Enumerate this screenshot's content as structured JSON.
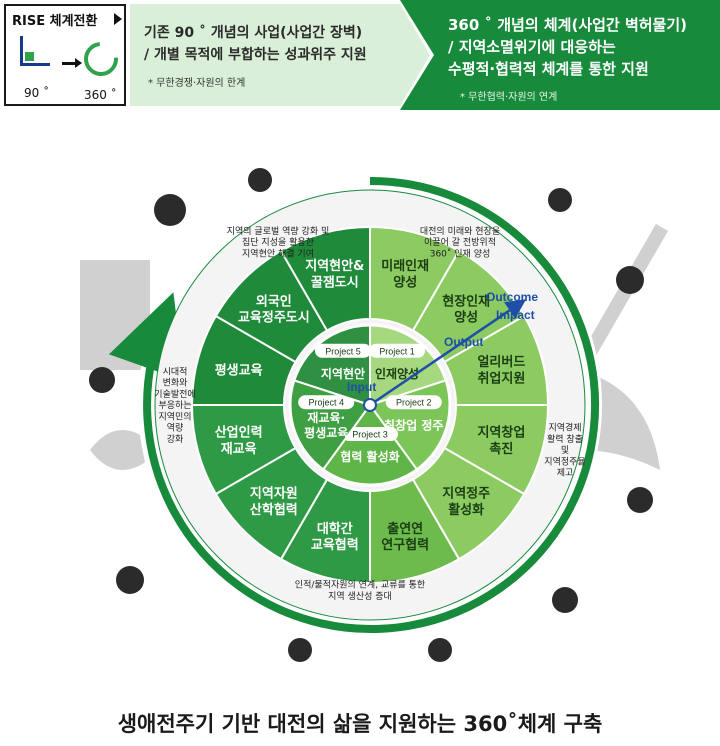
{
  "banner": {
    "rise_title": "RISE 체계전환",
    "deg_90": "90 ˚",
    "deg_360": "360 ˚",
    "old_line1": "기존 90 ˚ 개념의 사업(사업간 장벽)",
    "old_line2": "/ 개별 목적에 부합하는 성과위주 지원",
    "old_note": "* 무한경쟁·자원의 한계",
    "new_line1": "360 ˚ 개념의 체계(사업간 벽허물기)",
    "new_line2": "/ 지역소멸위기에 대응하는",
    "new_line3": "수평적·협력적 체계를 통한 지원",
    "new_note": "* 무한협력·자원의 연계"
  },
  "outer_notes": {
    "top_left": [
      "지역의 글로벌 역량 강화 및",
      "집단 지성을 활용한",
      "지역현안 해결 기여"
    ],
    "top_right": [
      "대전의 미래와 현장을",
      "이끌어 갈 전방위적",
      "360˚ 인재 양성"
    ],
    "left": [
      "시대적",
      "변화와",
      "기술발전에",
      "부응하는",
      "지역민의",
      "역량",
      "강화"
    ],
    "right": [
      "지역경제",
      "활력 창출",
      "및",
      "지역정주율",
      "제고"
    ],
    "bottom": [
      "인적/물적자원의 연계, 교류를 통한",
      "지역 생산성 증대"
    ]
  },
  "segments": [
    [
      "미래인재",
      "양성"
    ],
    [
      "현장인재",
      "양성"
    ],
    [
      "얼리버드",
      "취업지원"
    ],
    [
      "지역창업",
      "촉진"
    ],
    [
      "지역정주",
      "활성화"
    ],
    [
      "출연연",
      "연구협력"
    ],
    [
      "대학간",
      "교육협력"
    ],
    [
      "지역자원",
      "산학협력"
    ],
    [
      "산업인력",
      "재교육"
    ],
    [
      "평생교육"
    ],
    [
      "외국인",
      "교육정주도시"
    ],
    [
      "지역현안&",
      "꿀잼도시"
    ]
  ],
  "projects": [
    {
      "tag": "Project 1",
      "label": "인재양성"
    },
    {
      "tag": "Project 2",
      "label": "취창업 정주"
    },
    {
      "tag": "Project 3",
      "label": "협력 활성화"
    },
    {
      "tag": "Project 4",
      "label": "재교육·평생교육"
    },
    {
      "tag": "Project 5",
      "label": "지역현안"
    }
  ],
  "flow": {
    "input": "Input",
    "output": "Output",
    "outcome": "Outcome",
    "impact": "Impact"
  },
  "caption": "생애전주기 기반 대전의 삶을 지원하는 360˚체계 구축",
  "colors": {
    "green_dark": "#178a3c",
    "green_light": "#8cca62",
    "green_pale": "#d9efd7",
    "flow_blue": "#1f4fa8"
  }
}
